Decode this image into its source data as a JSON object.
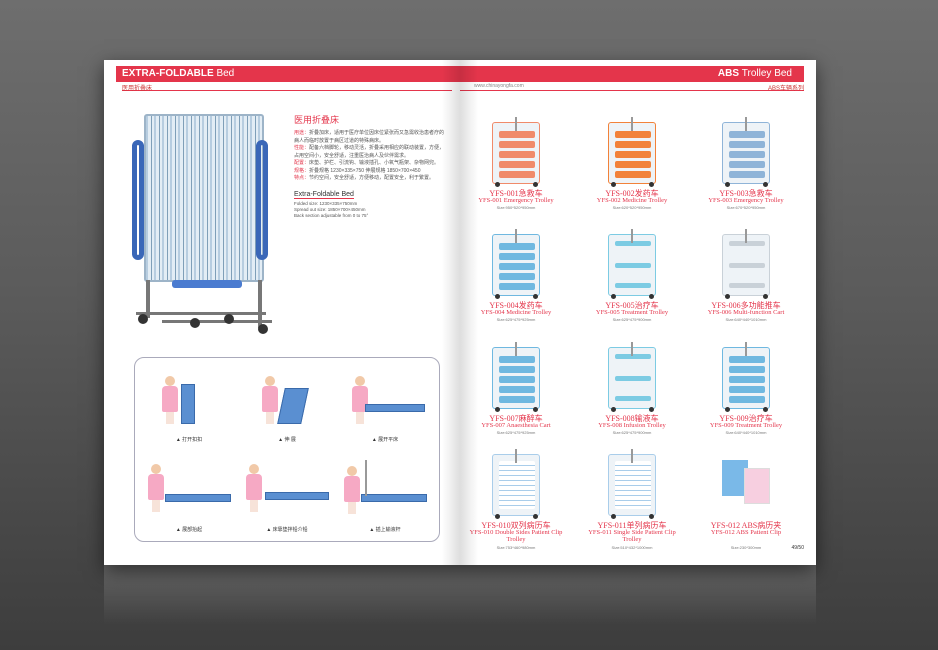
{
  "left": {
    "header_bold": "EXTRA-FOLDABLE",
    "header_thin": "Bed",
    "subheader": "医用折叠床",
    "product_title_cn": "医用折叠床",
    "desc_lines": [
      {
        "k": "用途：",
        "v": "折叠加床，适用于医疗单位因床位紧张而又急需收治患者疗的病人而临时放置于病区过道的特殊病床。"
      },
      {
        "k": "性能：",
        "v": "配备六档脚轮，移动灵活，折叠采用相应的联动装置，方便，占用空间小，安全舒适，注重医治病人及伙伴需求。"
      },
      {
        "k": "配置：",
        "v": "床垫、护栏、引流钩、输液插孔、小氧气瓶架、杂物网兜。"
      },
      {
        "k": "规格：",
        "v": "折叠规格 1230×335×750 伸展规格 1850×700×450"
      },
      {
        "k": "特点：",
        "v": "节约空间，安全舒适，方便移动，配置安全，利于繁置。"
      }
    ],
    "product_title_en": "Extra-Foldable Bed",
    "spec_lines": [
      "Folded size: 1230×335×750mm",
      "Spread out size: 1850×700×450mm",
      "Back section adjustable from 0 to 75°"
    ],
    "steps": [
      {
        "caption": "▲ 打开扣扣"
      },
      {
        "caption": "▲ 伸 展"
      },
      {
        "caption": "▲ 展开平床"
      },
      {
        "caption": "▲ 展部抬起"
      },
      {
        "caption": "▲ 床靠垫拌铅介铅"
      },
      {
        "caption": "▲ 插上输液杆"
      }
    ]
  },
  "right": {
    "url": "www.chinayongfa.com",
    "header_bold": "ABS",
    "header_thin": "Trolley Bed",
    "subheader": "ABS车辆系列",
    "page_number": "49/50",
    "products": [
      {
        "cn": "YFS-001急救车",
        "en": "YFS-001 Emergency Trolley",
        "size": "Size:950*520*950mm",
        "color": "#f08a6a",
        "style": "drawers"
      },
      {
        "cn": "YFS-002发药车",
        "en": "YFS-002 Medicine Trolley",
        "size": "Size:620*520*950mm",
        "color": "#f2823a",
        "style": "drawers"
      },
      {
        "cn": "YFS-003急救车",
        "en": "YFS-003 Emergency Trolley",
        "size": "Size:670*520*950mm",
        "color": "#8fb4d8",
        "style": "drawers"
      },
      {
        "cn": "YFS-004发药车",
        "en": "YFS-004 Medicine Trolley",
        "size": "Size:625*475*925mm",
        "color": "#6fb8e0",
        "style": "drawers"
      },
      {
        "cn": "YFS-005治疗车",
        "en": "YFS-005 Treatment Trolley",
        "size": "Size:625*475*900mm",
        "color": "#7ccbe3",
        "style": "shelf"
      },
      {
        "cn": "YFS-006多功能推车",
        "en": "YFS-006 Multi-function Cart",
        "size": "Size:640*440*1010mm",
        "color": "#c9d1d8",
        "style": "shelf"
      },
      {
        "cn": "YFS-007麻醉车",
        "en": "YFS-007 Anaesthesia Cart",
        "size": "Size:625*475*925mm",
        "color": "#6fb8e0",
        "style": "drawers"
      },
      {
        "cn": "YFS-008输液车",
        "en": "YFS-008 Infusion Trolley",
        "size": "Size:625*475*900mm",
        "color": "#7ccbe3",
        "style": "shelf"
      },
      {
        "cn": "YFS-009治疗车",
        "en": "YFS-009 Treatment Trolley",
        "size": "Size:640*440*1010mm",
        "color": "#6fb8e0",
        "style": "drawers"
      },
      {
        "cn": "YFS-010双列病历车",
        "en": "YFS-010 Double Sides Patient Clip Trolley",
        "size": "Size:753*460*980mm",
        "color": "#a9cdea",
        "style": "cabinet"
      },
      {
        "cn": "YFS-011单列病历车",
        "en": "YFS-011 Single Side Patient Clip Trolley",
        "size": "Size:510*432*1000mm",
        "color": "#a9cdea",
        "style": "cabinet"
      },
      {
        "cn": "YFS-012 ABS病历夹",
        "en": "YFS-012 ABS Patient Clip",
        "size": "Size:230*300mm",
        "color": "#7ab9e8",
        "style": "clip"
      }
    ]
  }
}
